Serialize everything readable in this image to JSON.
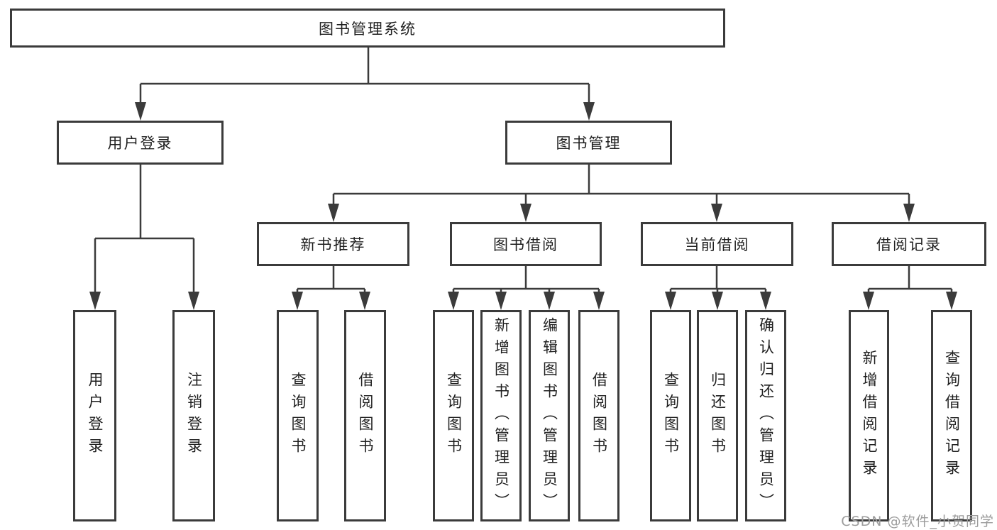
{
  "diagram_title": "图书管理系统",
  "tree": {
    "label": "图书管理系统",
    "children": [
      {
        "label": "用户登录",
        "children": [
          {
            "label": "用户登录"
          },
          {
            "label": "注销登录"
          }
        ]
      },
      {
        "label": "图书管理",
        "children": [
          {
            "label": "新书推荐",
            "children": [
              {
                "label": "查询图书"
              },
              {
                "label": "借阅图书"
              }
            ]
          },
          {
            "label": "图书借阅",
            "children": [
              {
                "label": "查询图书"
              },
              {
                "label": "新增图书（管理员）"
              },
              {
                "label": "编辑图书（管理员）"
              },
              {
                "label": "借阅图书"
              }
            ]
          },
          {
            "label": "当前借阅",
            "children": [
              {
                "label": "查询图书"
              },
              {
                "label": "归还图书"
              },
              {
                "label": "确认归还（管理员）"
              }
            ]
          },
          {
            "label": "借阅记录",
            "children": [
              {
                "label": "新增借阅记录"
              },
              {
                "label": "查询借阅记录"
              }
            ]
          }
        ]
      }
    ]
  },
  "watermark": "CSDN @软件_小贺同学",
  "colors": {
    "line": "#3b3b3b",
    "text": "#1f1f1f",
    "watermark": "#9c9c9c",
    "background": "#ffffff"
  }
}
